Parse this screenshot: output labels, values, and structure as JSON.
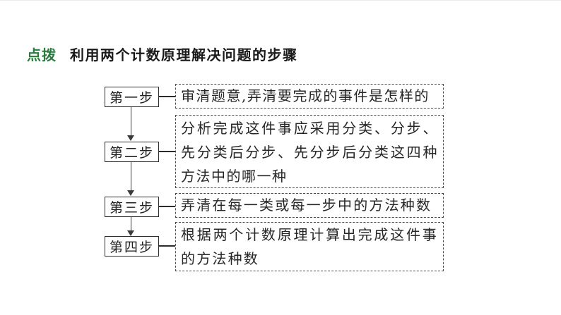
{
  "header": {
    "badge": "点拨",
    "badge_color": "#2a7d3e",
    "title": "利用两个计数原理解决问题的步骤"
  },
  "flowchart": {
    "border_color": "#2b2b2b",
    "dashed_border_color": "#4a4a4a",
    "steps": [
      {
        "label": "第一步",
        "description": "审清题意,弄清要完成的事件是怎样的"
      },
      {
        "label": "第二步",
        "description": "分析完成这件事应采用分类、分步、先分类后分步、先分步后分类这四种方法中的哪一种"
      },
      {
        "label": "第三步",
        "description": "弄清在每一类或每一步中的方法种数"
      },
      {
        "label": "第四步",
        "description": "根据两个计数原理计算出完成这件事的方法种数"
      }
    ]
  }
}
